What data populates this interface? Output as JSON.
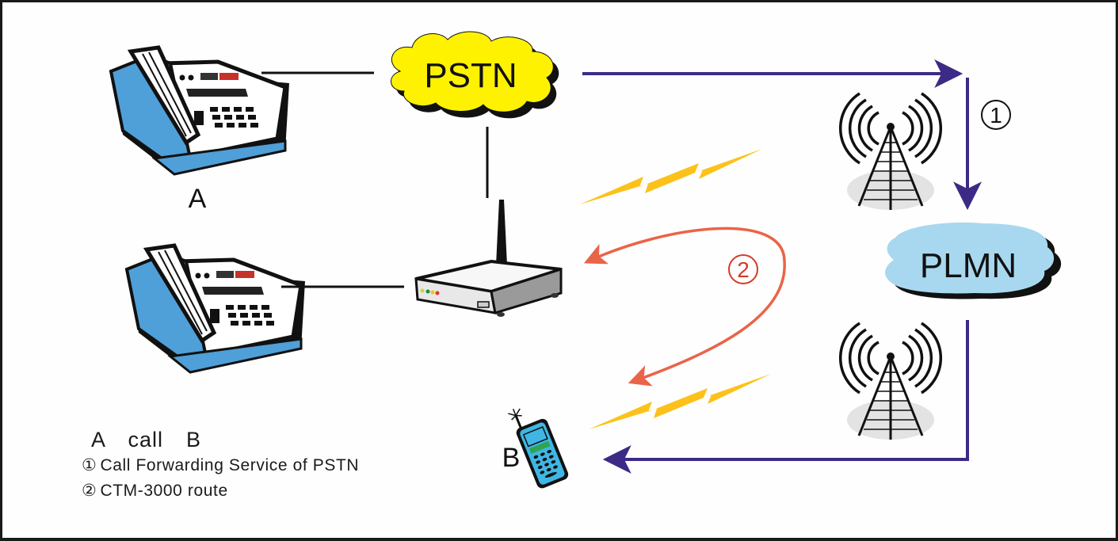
{
  "diagram": {
    "nodes": {
      "pstn": {
        "label": "PSTN",
        "fill": "#fff200"
      },
      "plmn": {
        "label": "PLMN",
        "fill": "#a8d8ef"
      },
      "caller_label": "A",
      "callee_label": "B"
    },
    "routes": [
      {
        "marker": "①",
        "color": "#3d2a86",
        "path": "PSTN → PLMN → B"
      },
      {
        "marker": "②",
        "color": "#ea6448",
        "path": "CTM-3000 → B"
      }
    ],
    "colors": {
      "route1": "#3d2a86",
      "route2": "#ea6448",
      "radio": "#fcc21b",
      "phone_blue": "#4f9fd8",
      "red_button": "#c8302a"
    }
  },
  "legend": {
    "title": "A  call  B",
    "items": [
      {
        "marker": "①",
        "text": "Call Forwarding Service of PSTN"
      },
      {
        "marker": "②",
        "text": "CTM-3000 route"
      }
    ]
  }
}
